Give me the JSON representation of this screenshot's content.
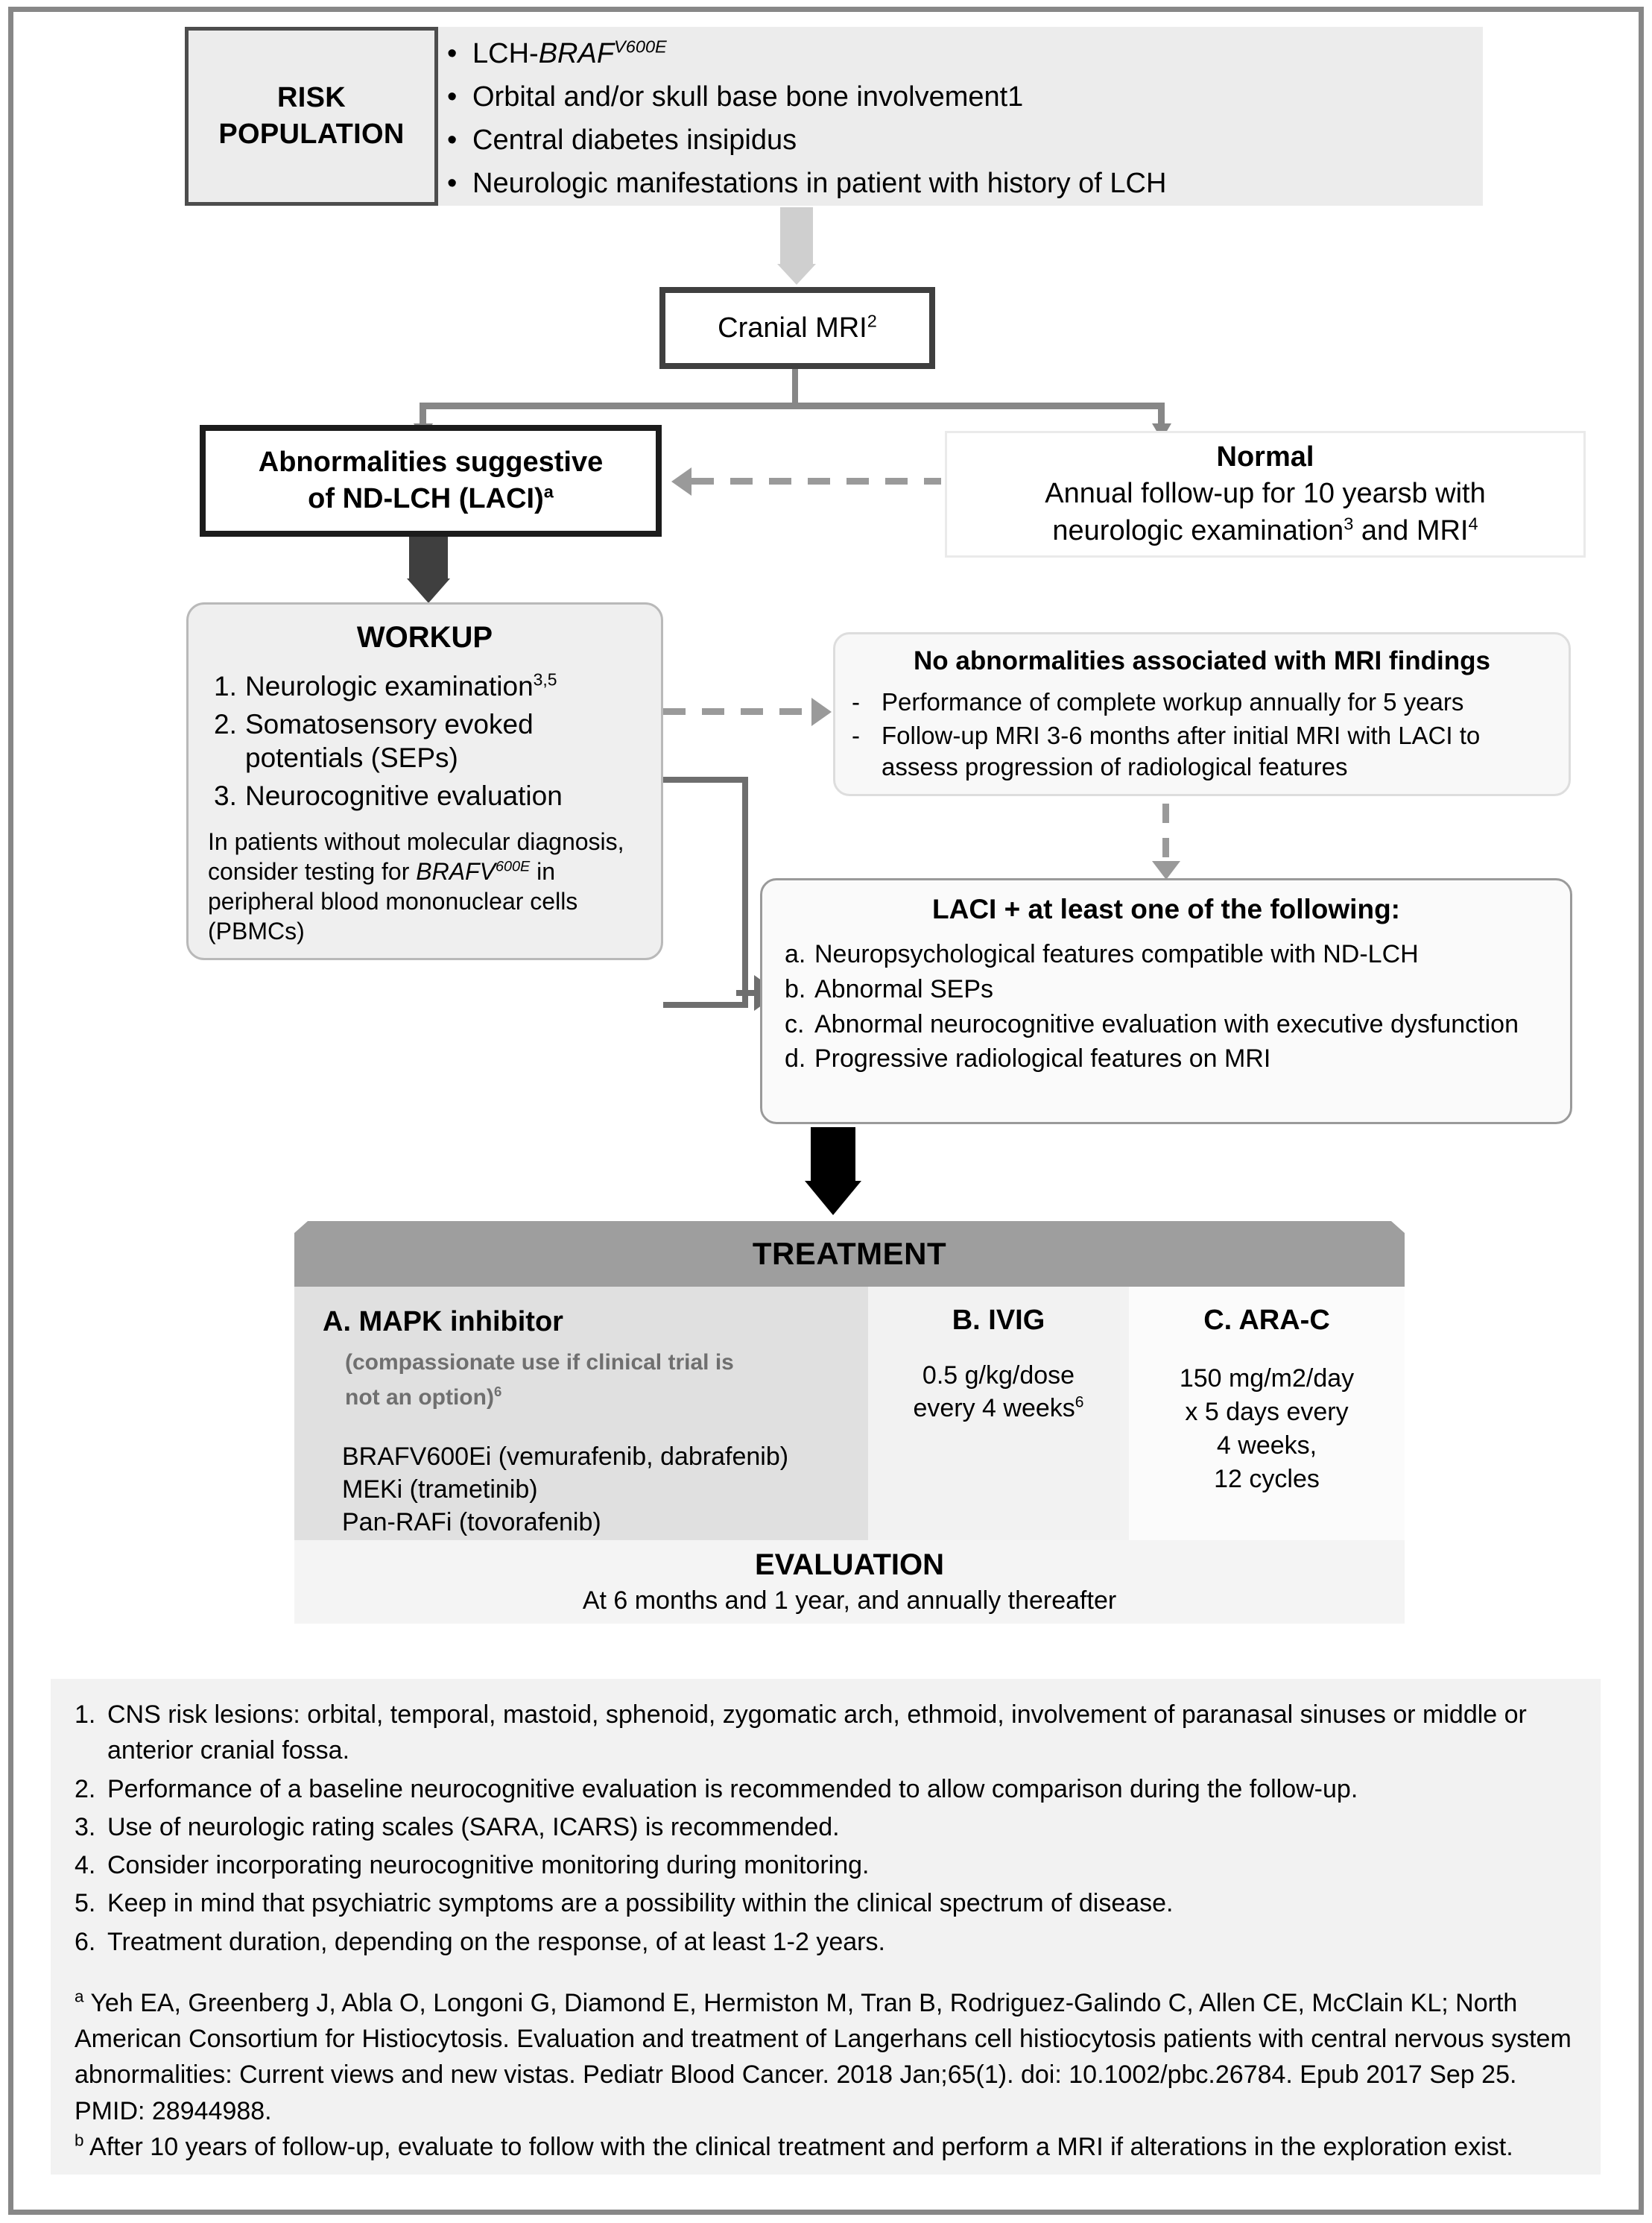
{
  "risk": {
    "label": "RISK\nPOPULATION",
    "label_line1": "RISK",
    "label_line2": "POPULATION",
    "bullets": [
      {
        "pre": "LCH-",
        "ital": "BRAF",
        "sup": "V600E",
        "post": ""
      },
      {
        "pre": "Orbital and/or skull base bone involvement1",
        "ital": "",
        "sup": "",
        "post": ""
      },
      {
        "pre": "Central diabetes insipidus",
        "ital": "",
        "sup": "",
        "post": ""
      },
      {
        "pre": "Neurologic manifestations in patient with history of LCH",
        "ital": "",
        "sup": "",
        "post": ""
      }
    ]
  },
  "mri": {
    "label": "Cranial MRI",
    "sup": "2"
  },
  "abnormal": {
    "line1": "Abnormalities suggestive",
    "line2": "of ND-LCH (LACI)",
    "sup": "a"
  },
  "normal": {
    "title": "Normal",
    "line1": "Annual follow-up for 10 yearsb with",
    "line2_a": "neurologic examination",
    "line2_sup1": "3",
    "line2_b": " and MRI",
    "line2_sup2": "4"
  },
  "workup": {
    "title": "WORKUP",
    "items": [
      {
        "num": "1.",
        "text": "Neurologic examination",
        "sup": "3,5"
      },
      {
        "num": "2.",
        "text": "Somatosensory evoked potentials (SEPs)",
        "sup": ""
      },
      {
        "num": "3.",
        "text": "Neurocognitive evaluation",
        "sup": ""
      }
    ],
    "note_a": "In patients without molecular diagnosis, consider testing for ",
    "note_ital": "BRAFV",
    "note_sup": "600E",
    "note_b": " in peripheral blood mononuclear cells (PBMCs)"
  },
  "no_abnormalities": {
    "title": "No abnormalities associated with MRI findings",
    "items": [
      "Performance of complete workup annually for 5 years",
      "Follow-up MRI 3-6 months after initial MRI with LACI to assess progression of radiological features"
    ]
  },
  "laci": {
    "title": "LACI + at least one of the following:",
    "items": [
      {
        "num": "a.",
        "text": "Neuropsychological features compatible with ND-LCH"
      },
      {
        "num": "b.",
        "text": "Abnormal SEPs"
      },
      {
        "num": "c.",
        "text": "Abnormal neurocognitive evaluation with executive dysfunction"
      },
      {
        "num": "d.",
        "text": "Progressive radiological features on MRI"
      }
    ]
  },
  "treatment": {
    "header": "TREATMENT",
    "columns": [
      {
        "title": "A. MAPK inhibitor",
        "sub_line1": "(compassionate use if clinical trial is",
        "sub_line2": "not an option)",
        "sub_sup": "6",
        "drugs": [
          "BRAFV600Ei (vemurafenib, dabrafenib)",
          "MEKi (trametinib)",
          "Pan-RAFi (tovorafenib)"
        ]
      },
      {
        "title": "B. IVIG",
        "body_line1": "0.5 g/kg/dose",
        "body_line2": "every 4 weeks",
        "body_sup": "6"
      },
      {
        "title": "C. ARA-C",
        "body_lines": [
          "150 mg/m2/day",
          "x 5 days every",
          "4 weeks,",
          "12 cycles"
        ]
      }
    ],
    "evaluation_title": "EVALUATION",
    "evaluation_sub": "At 6 months and 1 year, and annually thereafter"
  },
  "footnotes": {
    "numbered": [
      {
        "num": "1.",
        "text": "CNS risk lesions: orbital, temporal, mastoid, sphenoid, zygomatic arch, ethmoid, involvement of paranasal sinuses or middle or anterior cranial fossa."
      },
      {
        "num": "2.",
        "text": "Performance of a baseline neurocognitive evaluation is recommended to allow comparison during the follow-up."
      },
      {
        "num": "3.",
        "text": "Use of neurologic rating scales (SARA, ICARS) is recommended."
      },
      {
        "num": "4.",
        "text": "Consider incorporating neurocognitive monitoring during monitoring."
      },
      {
        "num": "5.",
        "text": "Keep in mind that psychiatric symptoms are a possibility within the clinical spectrum of disease."
      },
      {
        "num": "6.",
        "text": "Treatment duration, depending on the response, of at least 1-2 years."
      }
    ],
    "ref_a_mark": "a",
    "ref_a": " Yeh EA, Greenberg J, Abla O, Longoni G, Diamond E, Hermiston M, Tran B, Rodriguez-Galindo C, Allen CE, McClain KL; North American Consortium for Histiocytosis. Evaluation and treatment of Langerhans cell histiocytosis patients with central nervous system abnormalities: Current views and new vistas. Pediatr Blood Cancer. 2018 Jan;65(1). doi: 10.1002/pbc.26784. Epub 2017 Sep 25. PMID: 28944988.",
    "ref_b_mark": "b",
    "ref_b": " After 10 years of follow-up, evaluate to follow with the clinical treatment and perform a MRI if alterations in the exploration exist."
  },
  "colors": {
    "frame": "#878787",
    "band_bg": "#ececec",
    "treatment_header": "#9e9e9e",
    "arrow_dark": "#3f3f3f",
    "arrow_gray": "#cfcfcf",
    "dashed": "#9a9a9a"
  }
}
